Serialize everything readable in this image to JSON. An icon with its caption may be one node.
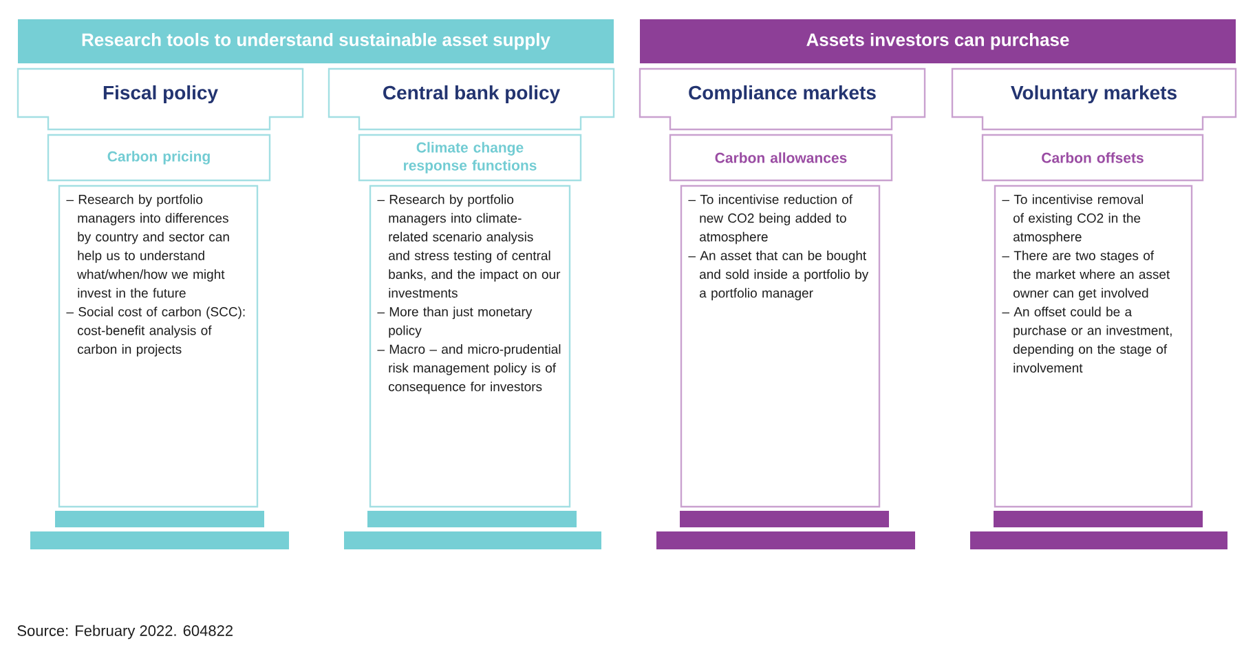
{
  "diagram": {
    "nodes": [
      {
        "text": [
          "Research tools to understand sustainable asset supply"
        ]
      },
      {
        "text": [
          "Fiscal policy"
        ]
      },
      {
        "text": [
          "Carbon pricing"
        ]
      },
      {
        "text": [
          "– Research by portfolio managers into differences by country and sector can help us to understand what/when/how we might invest in the future",
          "– Social cost of carbon (SCC): cost-benefit analysis of carbon in projects"
        ]
      },
      {
        "text": [
          "Central bank policy"
        ]
      },
      {
        "text": [
          "Climate change response functions"
        ]
      },
      {
        "text": [
          "– Research by portfolio managers into climate-related scenario analysis and stress testing of central banks, and the impact on our investments",
          "– More than just monetary policy",
          "– Macro – and micro-prudential risk management policy is of consequence for investors"
        ]
      },
      {
        "text": [
          "Assets investors can purchase"
        ]
      },
      {
        "text": [
          "Compliance markets"
        ]
      },
      {
        "text": [
          "Carbon allowances"
        ]
      },
      {
        "text": [
          "– To incentivise reduction of new CO2 being added to atmosphere",
          "– An asset that can be bought and sold inside a portfolio by a portfolio manager"
        ]
      },
      {
        "text": [
          "Voluntary markets"
        ]
      },
      {
        "text": [
          "Carbon offsets"
        ]
      },
      {
        "text": [
          "– To incentivise removal of existing CO2 in the atmosphere",
          "– There are two stages of the market where an asset owner can get involved",
          "– An offset could be a purchase or an investment, depending on the stage of involvement"
        ]
      }
    ],
    "labels": [
      "Source: February 2022. 604822"
    ]
  }
}
